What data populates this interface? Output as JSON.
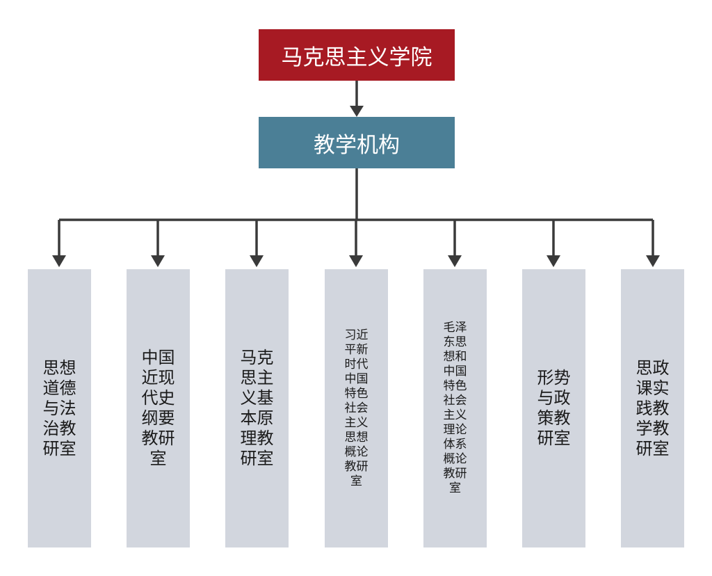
{
  "colors": {
    "top_box": "#a71a23",
    "mid_box": "#4b7f96",
    "dept_box": "#d2d6de",
    "connector": "#3a3a3a"
  },
  "root": {
    "label": "马克思主义学院"
  },
  "level2": {
    "label": "教学机构"
  },
  "departments": [
    {
      "label": "思想道德与法治教研室"
    },
    {
      "label": "中国近现代史纲要教研室"
    },
    {
      "label": "马克思主义基本原理教研室"
    },
    {
      "label": "习近平新时代中国特色社会主义思想概论教研室"
    },
    {
      "label": "毛泽东思想和中国特色社会主义理论体系概论教研室"
    },
    {
      "label": "形势与政策教研室"
    },
    {
      "label": "思政课实践教学教研室"
    }
  ]
}
